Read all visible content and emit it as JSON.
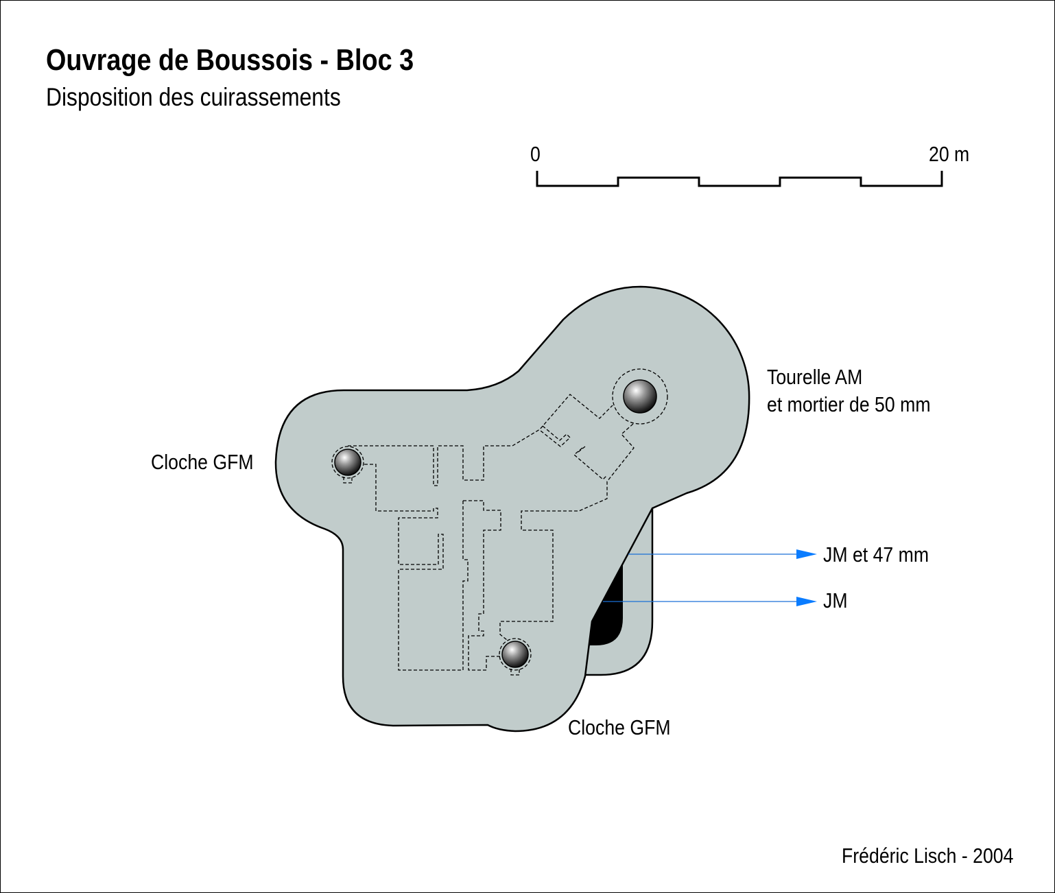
{
  "title": "Ouvrage de Boussois - Bloc 3",
  "subtitle": "Disposition des cuirassements",
  "scale": {
    "start_label": "0",
    "end_label": "20 m",
    "length_m": 20,
    "segments": 5
  },
  "labels": {
    "tourelle_line1": "Tourelle AM",
    "tourelle_line2": "et mortier de 50 mm",
    "cloche_left": "Cloche GFM",
    "cloche_bottom": "Cloche GFM",
    "jm47": "JM et 47 mm",
    "jm": "JM"
  },
  "credit": "Frédéric Lisch - 2004",
  "colors": {
    "block_fill": "#c1cccb",
    "leader": "#1a6fd6",
    "arrow": "#0a7cff"
  }
}
